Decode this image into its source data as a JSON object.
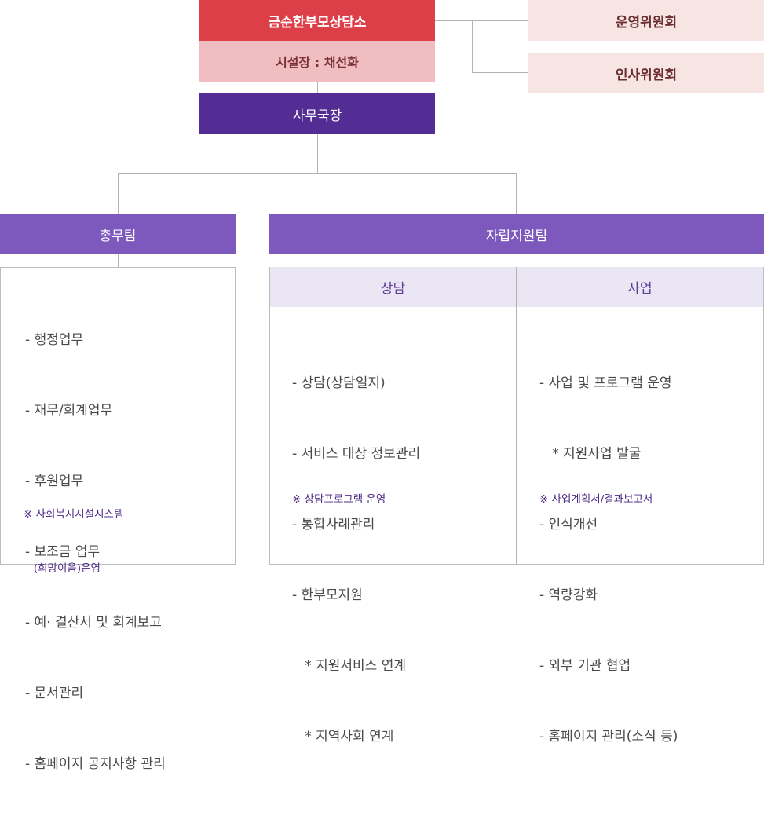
{
  "org": {
    "center_name": "금순한부모상담소",
    "head": "시설장 : 채선화",
    "committees": [
      "운영위원회",
      "인사위원회"
    ],
    "director": "사무국장"
  },
  "teams": {
    "admin": {
      "name": "총무팀",
      "tasks": [
        "- 행정업무",
        "- 재무/회계업무",
        "- 후원업무",
        "- 보조금 업무",
        "- 예· 결산서 및 회계보고",
        "- 문서관리",
        "- 홈페이지 공지사항 관리"
      ],
      "note": [
        "※ 사회복지시설시스템",
        "   (희망이음)운영"
      ]
    },
    "independence": {
      "name": "자립지원팀",
      "counseling": {
        "name": "상담",
        "tasks": [
          "- 상담(상담일지)",
          "- 서비스 대상 정보관리",
          "- 통합사례관리",
          "- 한부모지원",
          "   * 지원서비스 연계",
          "   * 지역사회 연계"
        ],
        "note": "※ 상담프로그램 운영"
      },
      "project": {
        "name": "사업",
        "tasks": [
          "- 사업 및 프로그램 운영",
          "   * 지원사업 발굴",
          "- 인식개선",
          "- 역량강화",
          "- 외부 기관 협업",
          "- 홈페이지 관리(소식 등)"
        ],
        "note": "※ 사업계획서/결과보고서"
      }
    }
  }
}
